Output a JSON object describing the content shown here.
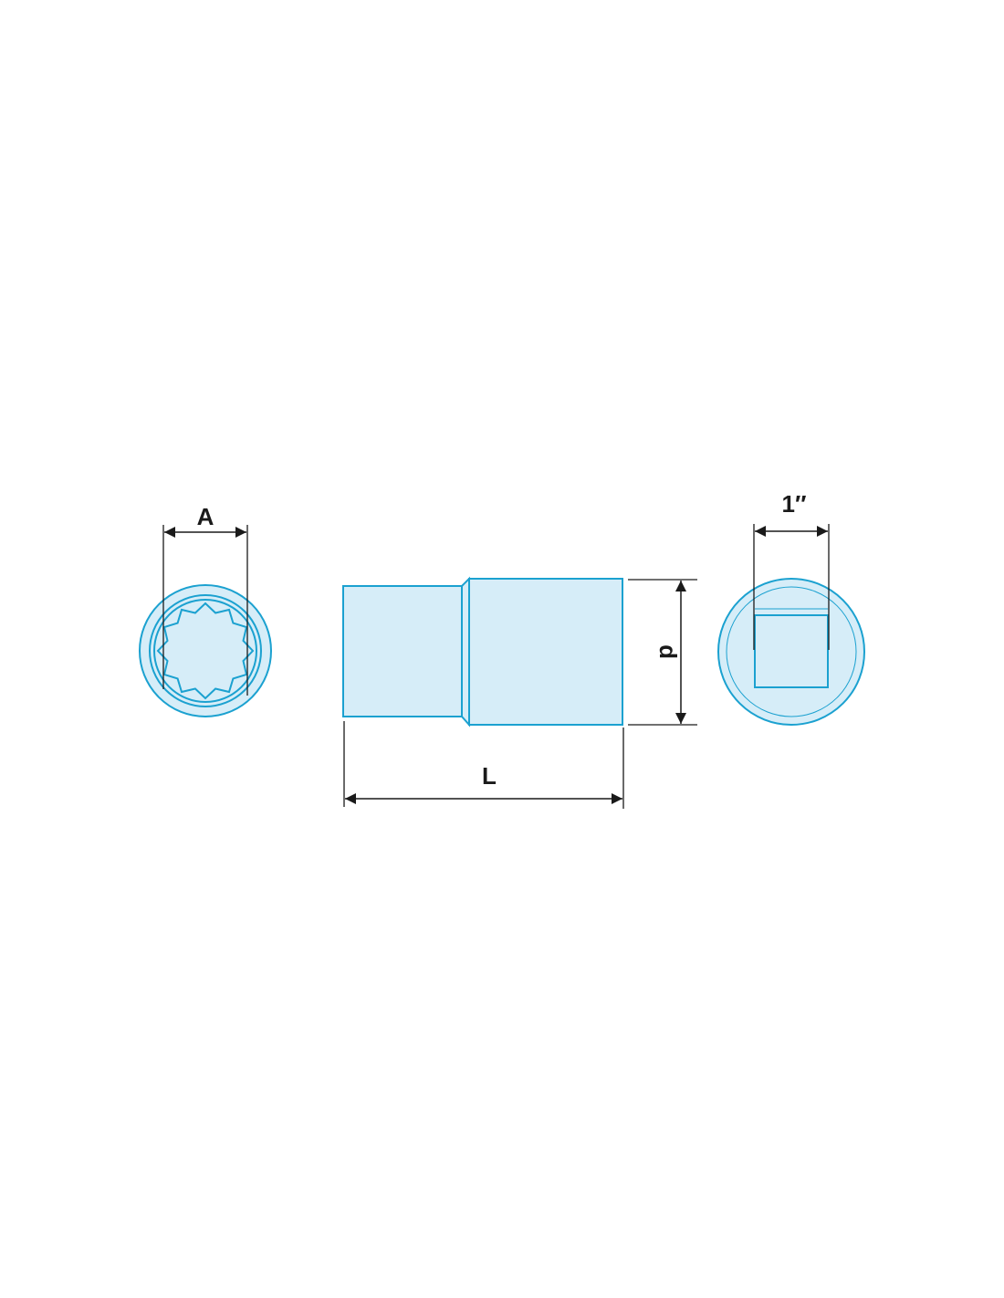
{
  "labels": {
    "hex_width": "A",
    "drive_size": "1′′",
    "length": "L",
    "diameter": "d"
  },
  "colors": {
    "outline": "#1ba1d0",
    "fill": "#d6edf8",
    "dimension": "#1a1a1a",
    "background": "#ffffff"
  }
}
